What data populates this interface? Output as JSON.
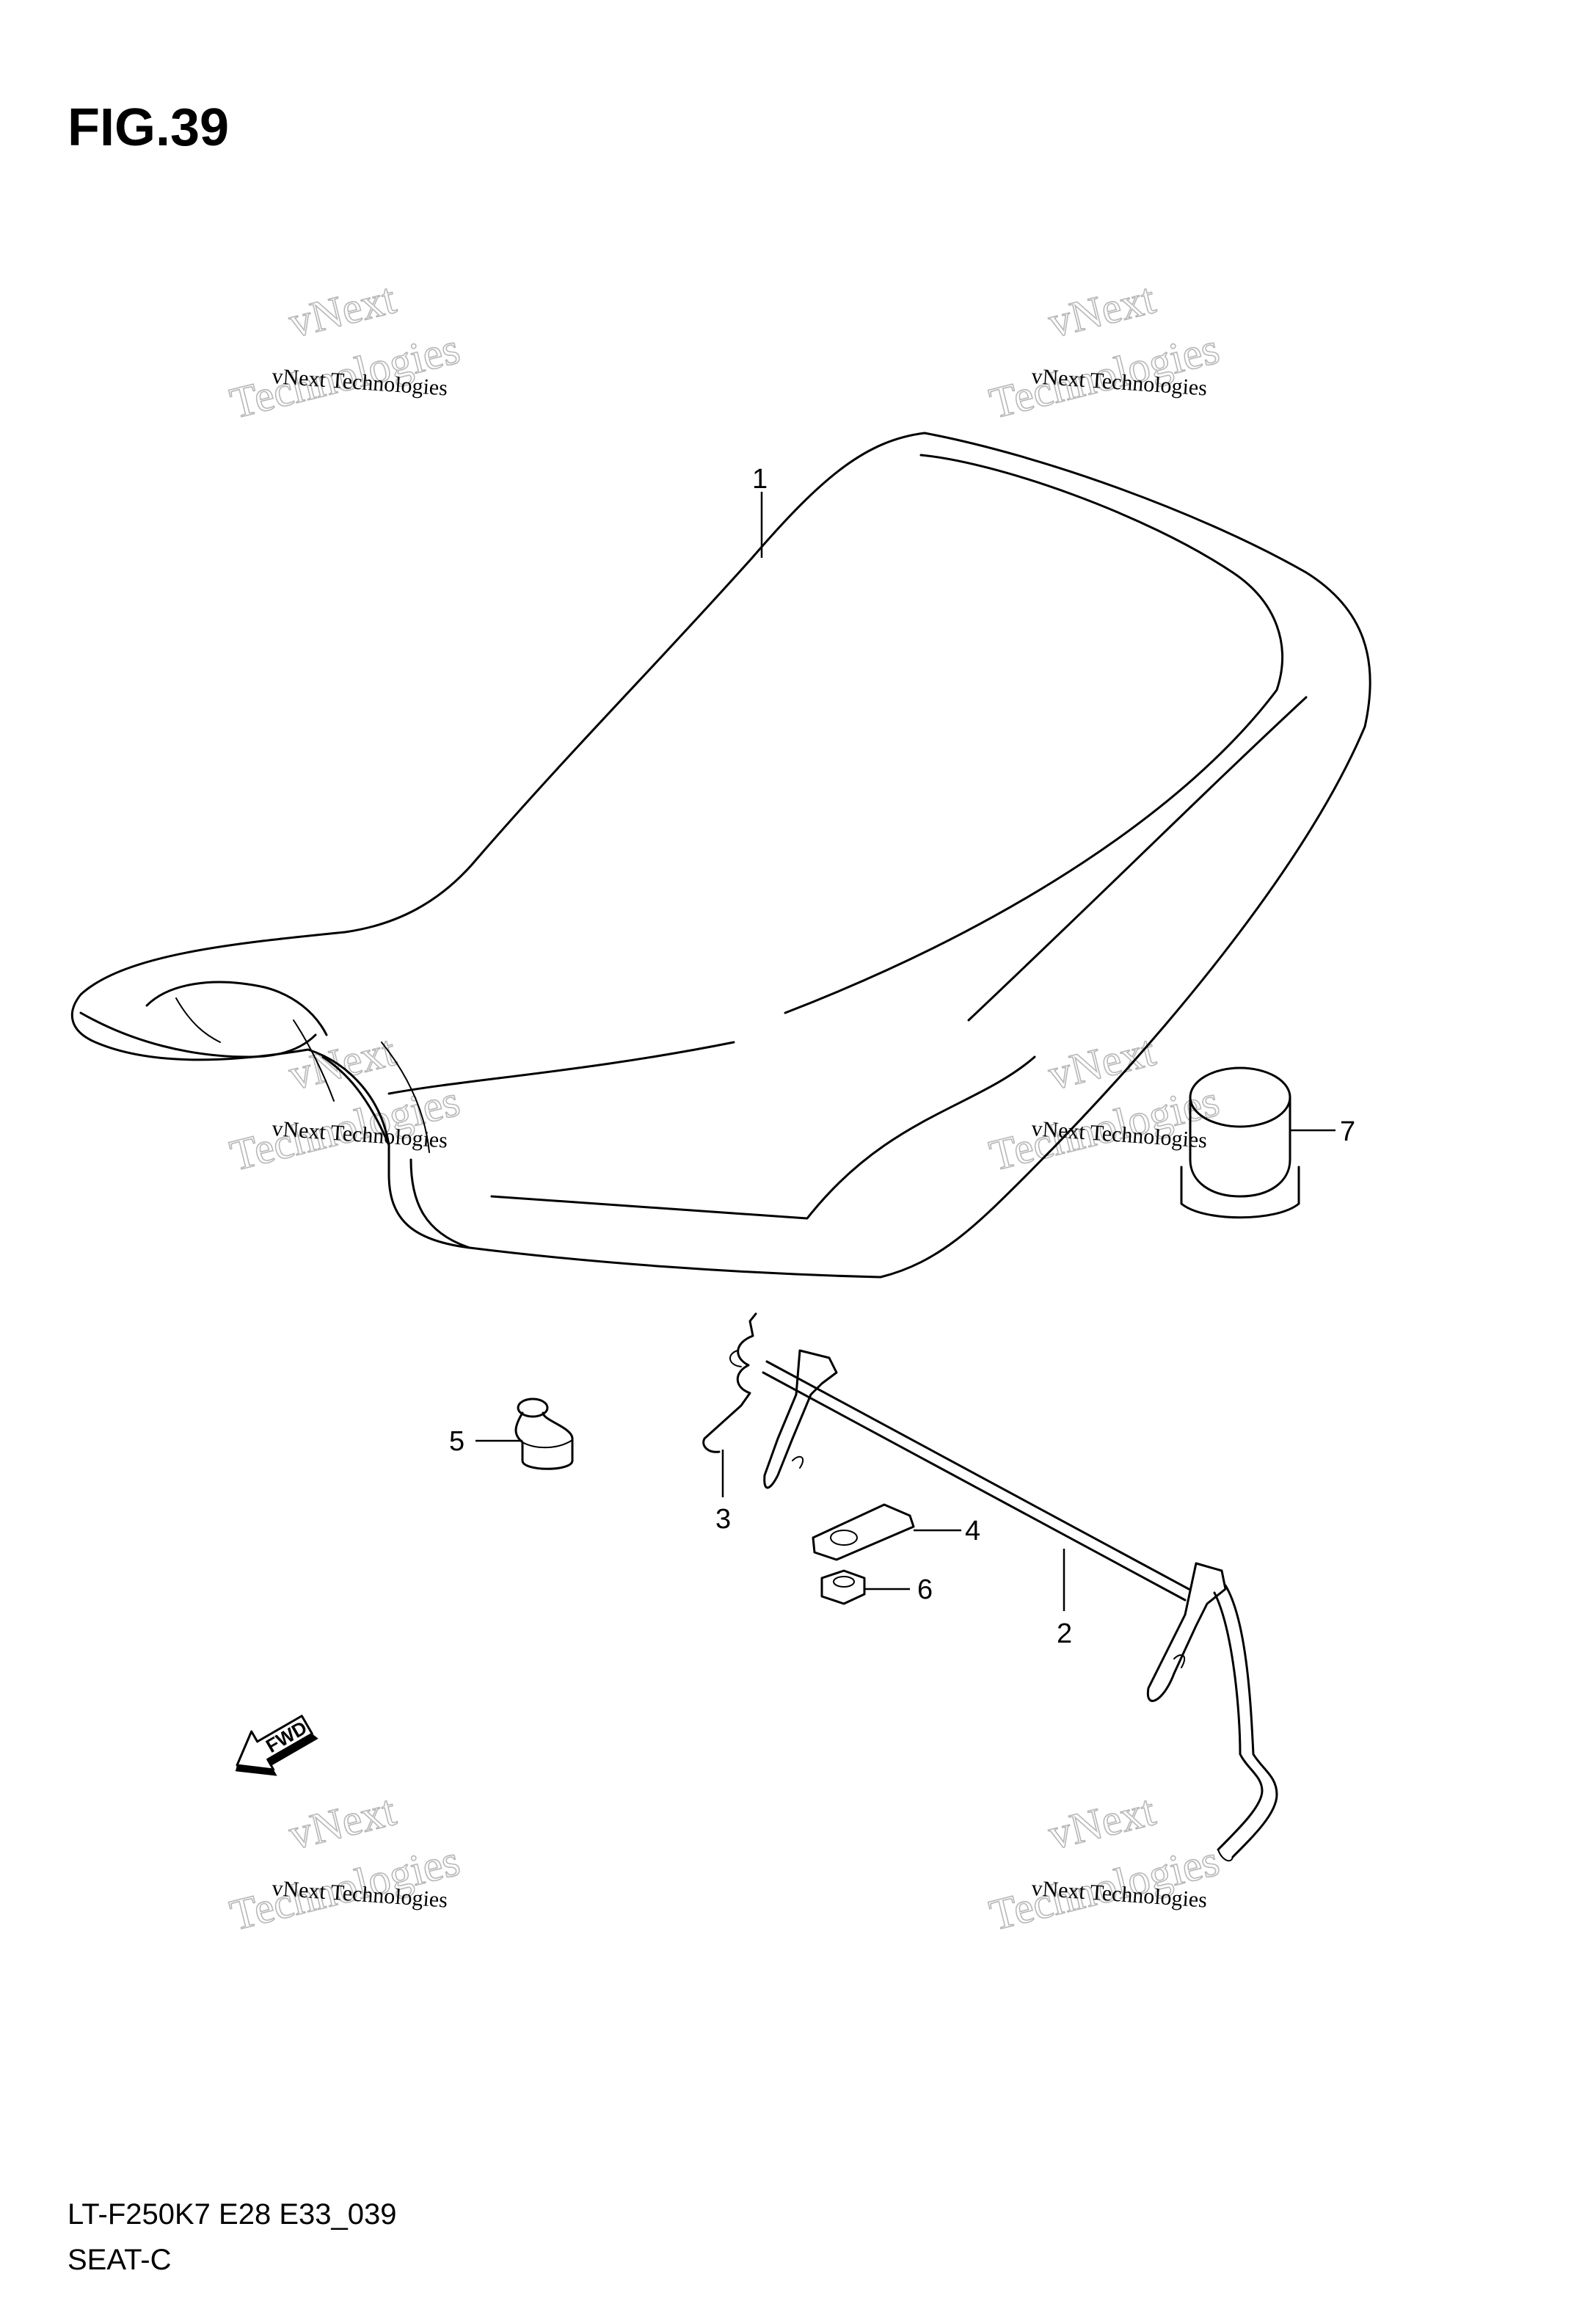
{
  "figure": {
    "title": "FIG.39",
    "model_code": "LT-F250K7  E28  E33_039",
    "section_name": "SEAT-C"
  },
  "callouts": [
    {
      "id": "1"
    },
    {
      "id": "2"
    },
    {
      "id": "3"
    },
    {
      "id": "4"
    },
    {
      "id": "5"
    },
    {
      "id": "6"
    },
    {
      "id": "7"
    }
  ],
  "direction_arrow": {
    "label": "FWD"
  },
  "watermark": {
    "line1": "vNext Technologies",
    "line2": "vNext",
    "line3": "Technologies"
  },
  "colors": {
    "line": "#000000",
    "watermark_outline": "#b8b8b8",
    "background": "#ffffff"
  }
}
